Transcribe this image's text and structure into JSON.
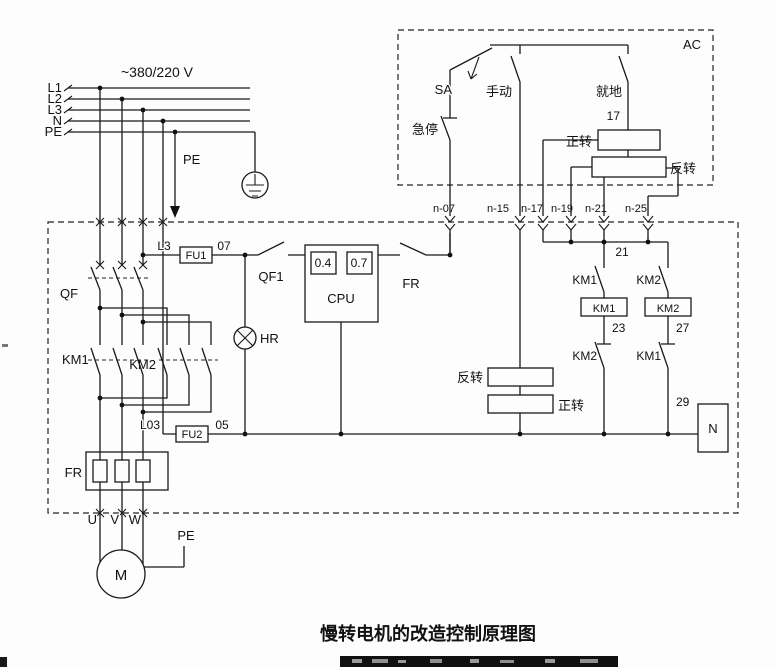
{
  "title": "慢转电机的改造控制原理图",
  "power": {
    "voltage": "~380/220 V",
    "l1": "L1",
    "l2": "L2",
    "l3": "L3",
    "n": "N",
    "pe": "PE",
    "pe_drop": "PE"
  },
  "main_circuit": {
    "qf": "QF",
    "km1": "KM1",
    "km2": "KM2",
    "fr": "FR",
    "u": "U",
    "v": "V",
    "w": "W",
    "motor": "M",
    "motor_pe": "PE",
    "l3_tap": "L3",
    "fu1": "FU1",
    "wire07": "07",
    "qf1": "QF1",
    "cpu": "CPU",
    "cpu_in": "0.4",
    "cpu_out": "0.7",
    "fr_contact": "FR",
    "hr": "HR",
    "l03": "L03",
    "fu2": "FU2",
    "wire05": "05"
  },
  "ac_box": {
    "label": "AC",
    "sa": "SA",
    "manual": "手动",
    "local": "就地",
    "estop": "急停",
    "wire17": "17",
    "forward": "正转",
    "reverse": "反转"
  },
  "terminals": [
    "n-07",
    "n-15",
    "n-17",
    "n-19",
    "n-21",
    "n-25"
  ],
  "ladder": {
    "wire21": "21",
    "wire23": "23",
    "wire27": "27",
    "wire29": "29",
    "km1_aux": "KM1",
    "km2_aux": "KM2",
    "km1_coil": "KM1",
    "km2_coil": "KM2",
    "km2_interlock": "KM2",
    "km1_interlock": "KM1",
    "reverse_switch": "反转",
    "forward_switch": "正转",
    "neutral": "N"
  }
}
